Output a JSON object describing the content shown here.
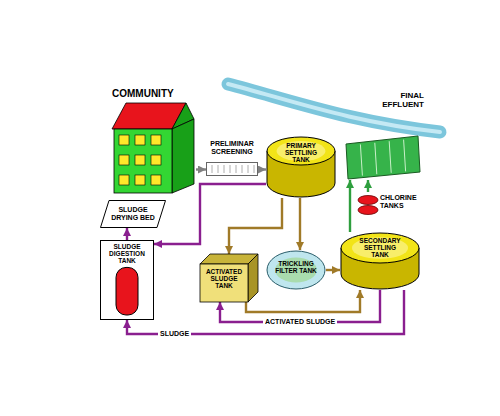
{
  "diagram": {
    "nodes": [
      {
        "text": [
          "COMMUNITY"
        ]
      },
      {
        "text": [
          "PRELIMINAR SCREENING"
        ]
      },
      {
        "text": [
          "PRIMARY SETTLING TANK"
        ]
      },
      {
        "text": [
          "FINAL EFFLUENT"
        ]
      },
      {
        "text": [
          "CHLORINE TANKS"
        ]
      },
      {
        "text": [
          "SLUDGE DRYING BED"
        ]
      },
      {
        "text": [
          "SLUDGE DIGESTION TANK"
        ]
      },
      {
        "text": [
          "ACTIVATED SLUDGE TANK"
        ]
      },
      {
        "text": [
          "TRICKLING FILTER TANK"
        ]
      },
      {
        "text": [
          "SECONDARY SETTLING TANK"
        ]
      }
    ],
    "edges": [
      {
        "from": 0,
        "to": 1,
        "arrow": "to"
      },
      {
        "from": 1,
        "to": 2,
        "arrow": "to"
      },
      {
        "from": 2,
        "to": 7,
        "arrow": "to"
      },
      {
        "from": 2,
        "to": 8,
        "arrow": "to"
      },
      {
        "from": 7,
        "to": 9,
        "arrow": "to"
      },
      {
        "from": 8,
        "to": 9,
        "arrow": "to"
      },
      {
        "from": 9,
        "to": 3,
        "arrow": "to"
      },
      {
        "from": 4,
        "to": 3,
        "arrow": "to"
      },
      {
        "from": 2,
        "to": 6,
        "arrow": "to"
      },
      {
        "from": 9,
        "to": 6,
        "label": "SLUDGE",
        "arrow": "to"
      },
      {
        "from": 9,
        "to": 7,
        "label": "ACTIVATED SLUDGE",
        "arrow": "to"
      },
      {
        "from": 6,
        "to": 5,
        "arrow": "to"
      }
    ]
  }
}
